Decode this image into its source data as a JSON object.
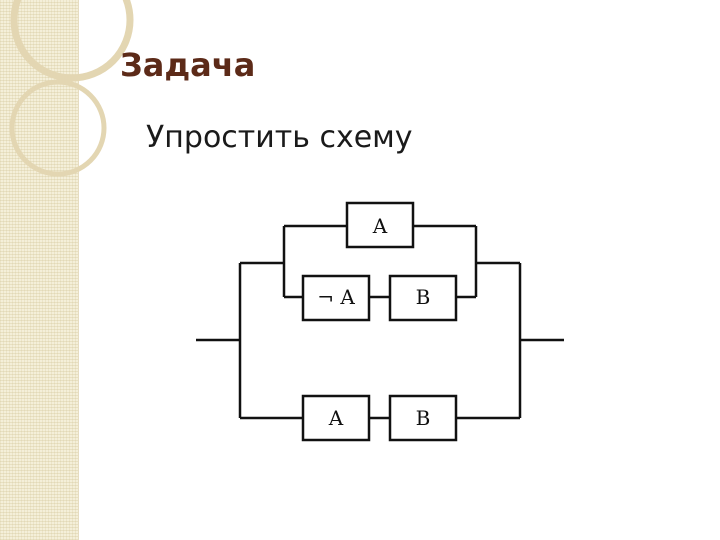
{
  "slide": {
    "title": "Задача",
    "subtitle": "Упростить схему"
  },
  "diagram": {
    "blocks": {
      "top_a": "A",
      "not_a": "¬ A",
      "mid_b": "B",
      "bottom_a": "A",
      "bottom_b": "B"
    }
  },
  "colors": {
    "title": "#5c2a18",
    "text": "#1a1a1a",
    "band": "#f4efd9",
    "lines": "#111111"
  }
}
